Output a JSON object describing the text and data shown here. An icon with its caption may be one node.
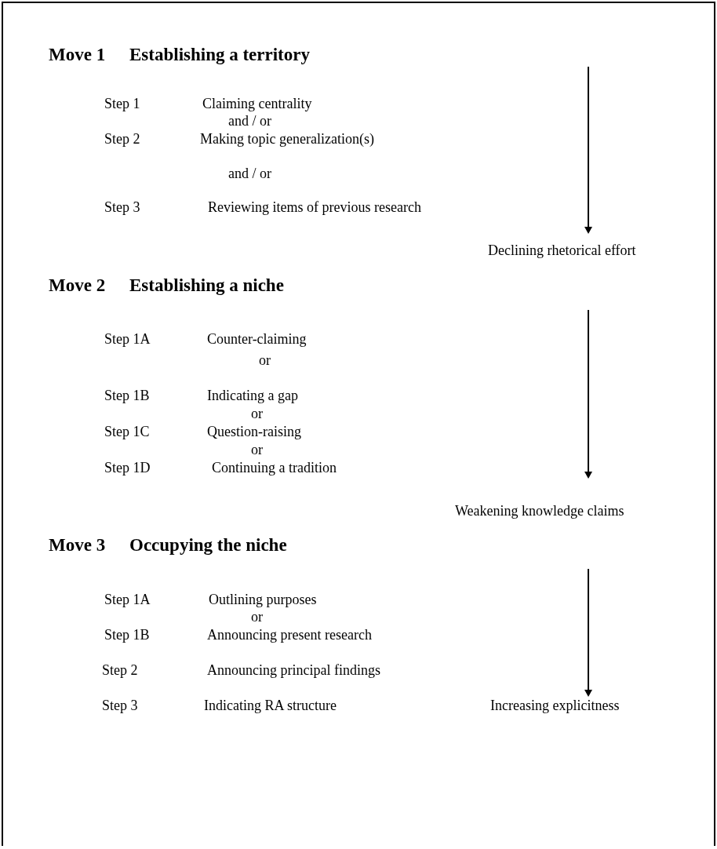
{
  "diagram": {
    "labels": [
      "Move 1",
      "Establishing a territory",
      "Step 1",
      "Claiming centrality",
      "and / or",
      "Step 2",
      "Making topic generalization(s)",
      "and / or",
      "Step 3",
      "Reviewing items of previous research",
      "Declining rhetorical effort",
      "Move 2",
      "Establishing a niche",
      "Step 1A",
      "Counter-claiming",
      "or",
      "Step 1B",
      "Indicating a gap",
      "or",
      "Step 1C",
      "Question-raising",
      "or",
      "Step 1D",
      "Continuing a tradition",
      "Weakening knowledge claims",
      "Move 3",
      "Occupying the niche",
      "Step 1A",
      "Outlining purposes",
      "or",
      "Step 1B",
      "Announcing present research",
      "Step 2",
      "Announcing principal findings",
      "Step 3",
      "Indicating RA structure",
      "Increasing explicitness"
    ]
  }
}
